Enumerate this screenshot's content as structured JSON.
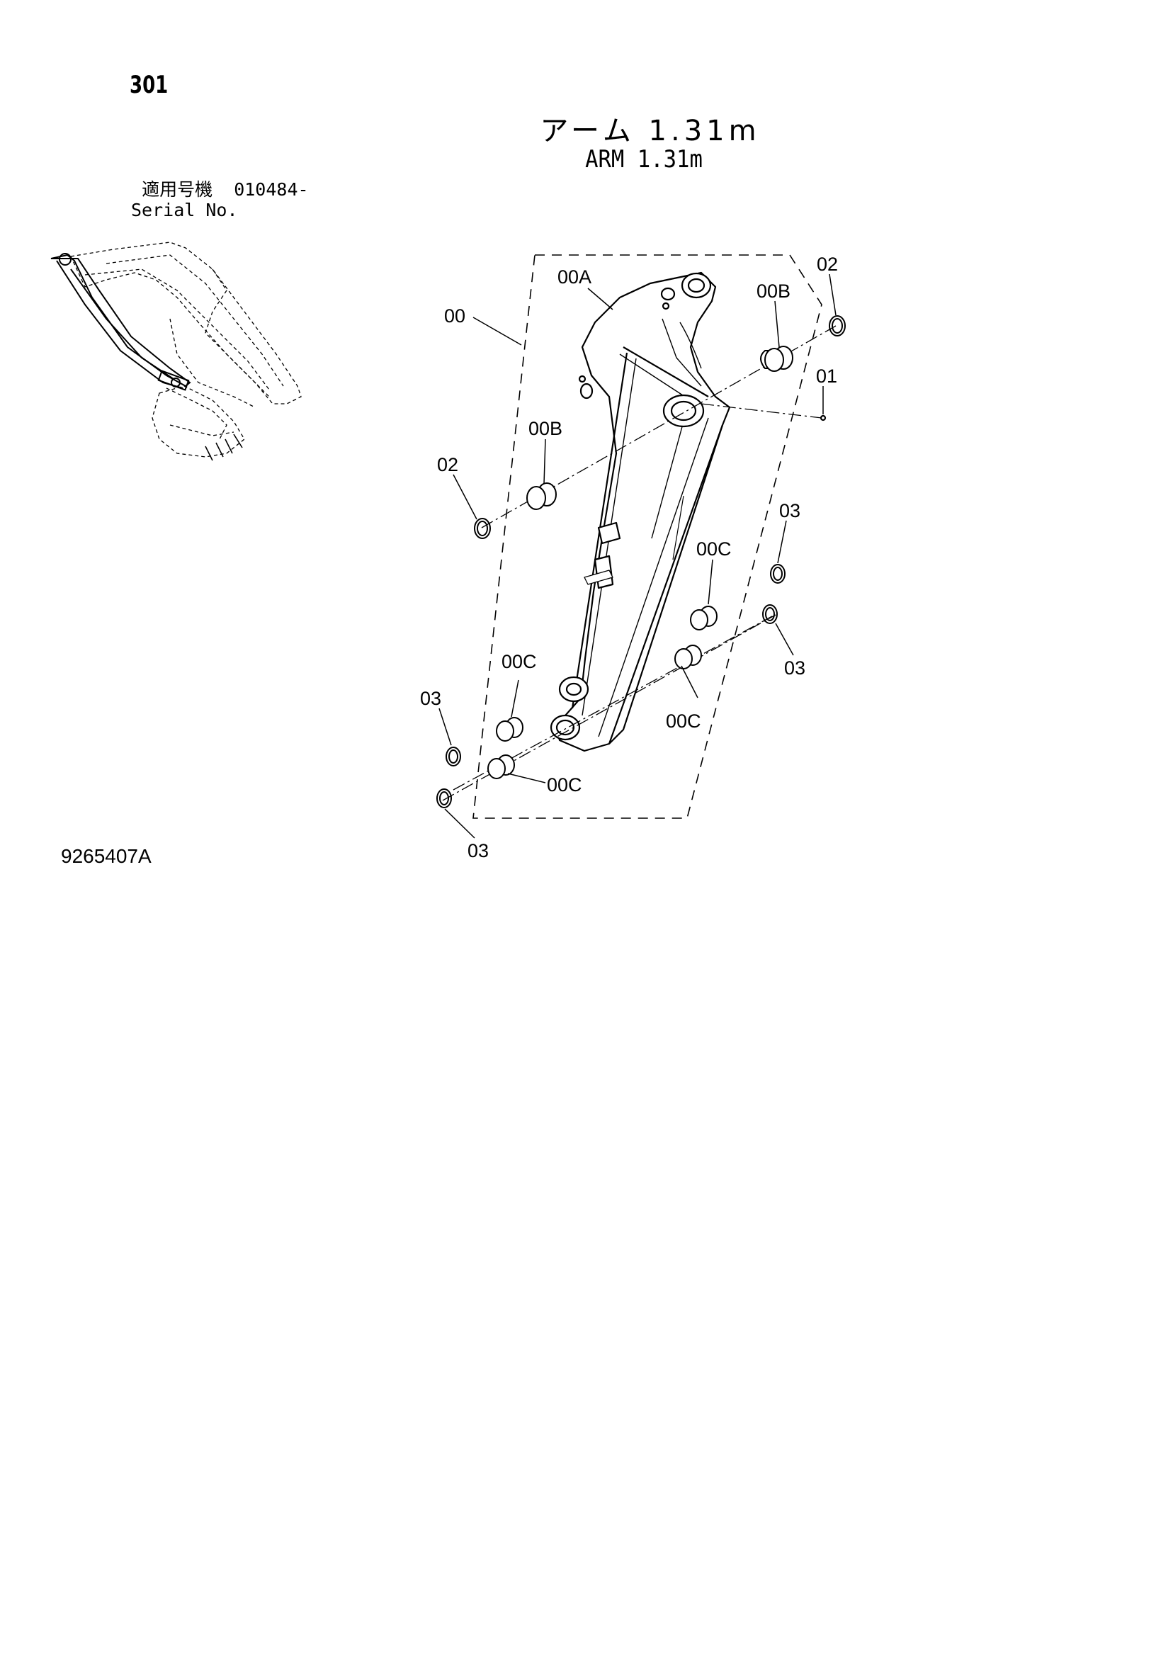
{
  "page_number": "301",
  "title_jp": "アーム 1.31m",
  "title_en": "ARM 1.31m",
  "serial": {
    "label_jp": "適用号機",
    "value": "010484-",
    "label_en": "Serial No."
  },
  "document_number": "9265407A",
  "callouts": {
    "assembly": "00",
    "arm_body": "00A",
    "bushing_top_right": "00B",
    "bushing_top_left": "00B",
    "shim_top_right": "02",
    "shim_left": "02",
    "grease_fitting": "01",
    "bushing_c1": "00C",
    "bushing_c2": "00C",
    "bushing_c3": "00C",
    "bushing_c4": "00C",
    "ring_1": "03",
    "ring_2": "03",
    "ring_3": "03",
    "ring_4": "03"
  }
}
